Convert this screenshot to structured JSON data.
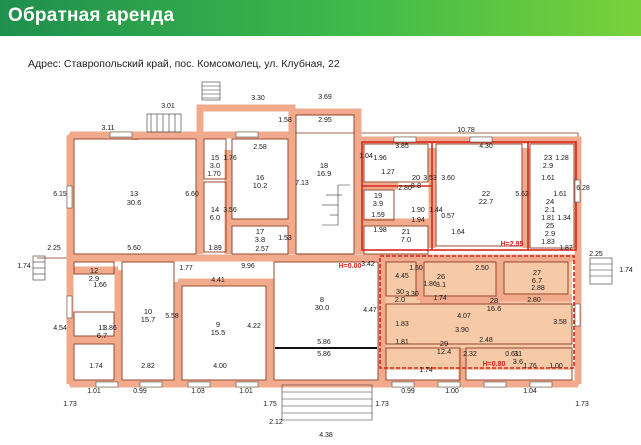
{
  "header": {
    "title": "Обратная аренда"
  },
  "address": "Адрес: Ставропольский край,  пос. Комсомолец, ул. Клубная, 22",
  "colors": {
    "wall": "#f1ab8c",
    "wall_stroke": "#8a3a20",
    "highlight": "#f6c9a7",
    "red_line": "#d8261f",
    "banner": "#3fba4a"
  },
  "rooms": [
    {
      "num": "13",
      "area": "30.6"
    },
    {
      "num": "15",
      "area": "3.0"
    },
    {
      "num": "14",
      "area": "6.0"
    },
    {
      "num": "16",
      "area": "10.2"
    },
    {
      "num": "17",
      "area": "3.8"
    },
    {
      "num": "18",
      "area": "16.9"
    },
    {
      "num": "19",
      "area": "3.9"
    },
    {
      "num": "20",
      "area": "8.8"
    },
    {
      "num": "21",
      "area": "7.0"
    },
    {
      "num": "22",
      "area": "22.7"
    },
    {
      "num": "23",
      "area": "2.9"
    },
    {
      "num": "24",
      "area": "2.1"
    },
    {
      "num": "25",
      "area": "2.9"
    },
    {
      "num": "12",
      "area": "2.9"
    },
    {
      "num": "11",
      "area": "6.7"
    },
    {
      "num": "10",
      "area": "15.7"
    },
    {
      "num": "9",
      "area": "15.5"
    },
    {
      "num": "8",
      "area": "30.0"
    },
    {
      "num": "26",
      "area": "3.1"
    },
    {
      "num": "27",
      "area": "6.7"
    },
    {
      "num": "28",
      "area": "16.6"
    },
    {
      "num": "29",
      "area": "12.4"
    },
    {
      "num": "30",
      "area": "2.0"
    },
    {
      "num": "31",
      "area": "3.6"
    }
  ],
  "dimensions": [
    "3.30",
    "3.69",
    "3.01",
    "1.58",
    "2.95",
    "3.11",
    "2.58",
    "10.78",
    "3.85",
    "4.30",
    "1.96",
    "1.76",
    "1.70",
    "3.56",
    "7.13",
    "1.04",
    "2.80",
    "3.53",
    "3.60",
    "5.62",
    "6.28",
    "6.15",
    "6.60",
    "5.60",
    "1.89",
    "2.57",
    "1.53",
    "1.59",
    "1.98",
    "1.90",
    "1.64",
    "1.94",
    "0.57",
    "1.83",
    "2.25",
    "1.74",
    "1.66",
    "1.77",
    "9.96",
    "4.41",
    "4.47",
    "4.45",
    "3.30",
    "2.50",
    "2.80",
    "2.88",
    "1.74",
    "4.07",
    "3.90",
    "3.58",
    "1.83",
    "1.81",
    "2.48",
    "2.32",
    "1.76",
    "1.00",
    "0.61",
    "4.54",
    "3.86",
    "5.58",
    "4.22",
    "5.86",
    "5.86",
    "2.82",
    "4.00",
    "1.74",
    "1.01",
    "0.99",
    "1.03",
    "1.01",
    "1.73",
    "1.75",
    "2.12",
    "4.38",
    "1.73",
    "0.99",
    "1.00",
    "1.04",
    "1.73",
    "2.25",
    "1.74",
    "3.42",
    "1.74",
    "1.61",
    "1.28",
    "1.44",
    "1.50",
    "1.86",
    "1.61",
    "1.81",
    "1.27",
    "1.34",
    "1.87"
  ],
  "level_marks": [
    "H=0.00",
    "H=2.95",
    "H=0.80"
  ]
}
